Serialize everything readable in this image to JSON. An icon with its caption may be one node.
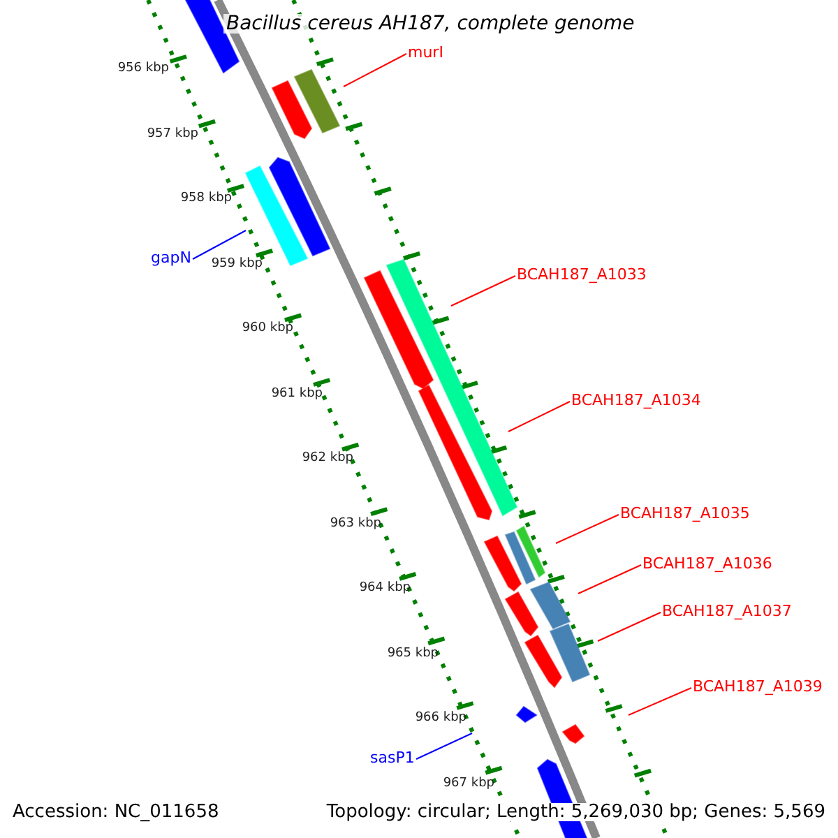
{
  "diagram": {
    "title": "Bacillus cereus AH187, complete genome",
    "nodes": [
      {
        "text": [
          "murI"
        ]
      },
      {
        "text": [
          "gapN"
        ]
      },
      {
        "text": [
          "BCAH187_A1033"
        ]
      },
      {
        "text": [
          "BCAH187_A1034"
        ]
      },
      {
        "text": [
          "BCAH187_A1035"
        ]
      },
      {
        "text": [
          "BCAH187_A1036"
        ]
      },
      {
        "text": [
          "BCAH187_A1037"
        ]
      },
      {
        "text": [
          "BCAH187_A1039"
        ]
      },
      {
        "text": [
          "sasP1"
        ]
      }
    ],
    "edges": [
      {
        "from": 0,
        "to": null,
        "arrow": "none"
      },
      {
        "from": 1,
        "to": null,
        "arrow": "none",
        "color": "#0000ff"
      },
      {
        "from": 2,
        "to": null,
        "arrow": "none"
      },
      {
        "from": 3,
        "to": null,
        "arrow": "none"
      },
      {
        "from": 4,
        "to": null,
        "arrow": "none"
      },
      {
        "from": 5,
        "to": null,
        "arrow": "none"
      },
      {
        "from": 6,
        "to": null,
        "arrow": "none"
      },
      {
        "from": 7,
        "to": null,
        "arrow": "none"
      },
      {
        "from": 8,
        "to": null,
        "arrow": "none",
        "color": "#0000ff"
      }
    ],
    "labels": [
      "956 kbp",
      "957 kbp",
      "958 kbp",
      "959 kbp",
      "960 kbp",
      "961 kbp",
      "962 kbp",
      "963 kbp",
      "964 kbp",
      "965 kbp",
      "966 kbp",
      "967 kbp",
      "Accession: NC_011658",
      "Topology: circular; Length: 5,269,030 bp; Genes: 5,569"
    ]
  }
}
